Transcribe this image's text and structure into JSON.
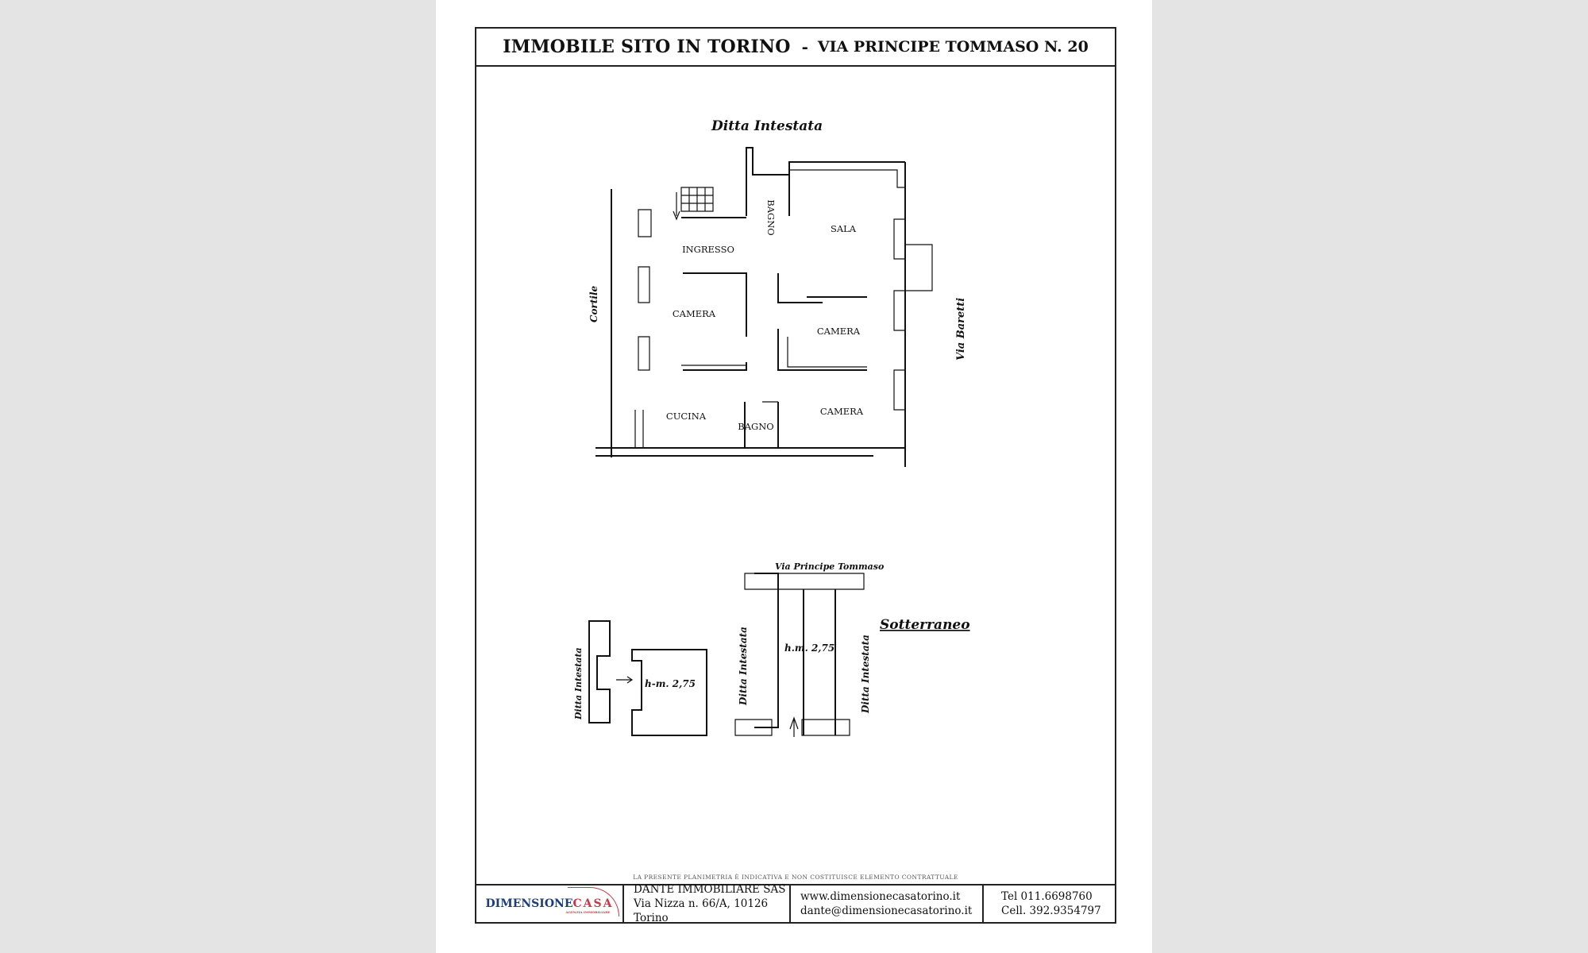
{
  "header": {
    "title_left": "IMMOBILE SITO IN TORINO",
    "separator": "-",
    "title_right": "VIA  PRINCIPE TOMMASO N. 20"
  },
  "plan_main": {
    "top_label": "Ditta   Intestata",
    "left_label": "Cortile",
    "right_label": "Via   Baretti",
    "rooms": {
      "bagno_top": "BAGNO",
      "sala": "SALA",
      "ingresso": "INGRESSO",
      "camera_left": "CAMERA",
      "camera_mid": "CAMERA",
      "camera_bottom": "CAMERA",
      "cucina": "CUCINA",
      "bagno_bottom": "BAGNO"
    }
  },
  "plan_basement": {
    "top_label": "Via Principe Tommaso",
    "title": "Sotterraneo",
    "left_ditta": "Ditta Intestata",
    "mid_ditta": "Ditta   Intestata",
    "right_ditta": "Ditta   Intestata",
    "height_left": "h-m. 2,75",
    "height_right": "h.m. 2,75"
  },
  "disclaimer": "LA PRESENTE PLANIMETRIA È INDICATIVA E NON COSTITUISCE ELEMENTO CONTRATTUALE",
  "footer": {
    "logo_main": "DIMENSIONE",
    "logo_casa": "CASA",
    "logo_tag": "AGENZIA IMMOBILIARE",
    "company_name": "DANTE IMMOBILIARE SAS",
    "company_address": "Via Nizza n. 66/A, 10126 Torino",
    "website": "www.dimensionecasatorino.it",
    "email": "dante@dimensionecasatorino.it",
    "tel": "Tel 011.6698760",
    "cell": "Cell. 392.9354797"
  },
  "colors": {
    "background": "#e4e4e4",
    "sheet": "#ffffff",
    "ink": "#111111",
    "logo_blue": "#1c3c7a",
    "logo_red": "#c23b4a"
  }
}
